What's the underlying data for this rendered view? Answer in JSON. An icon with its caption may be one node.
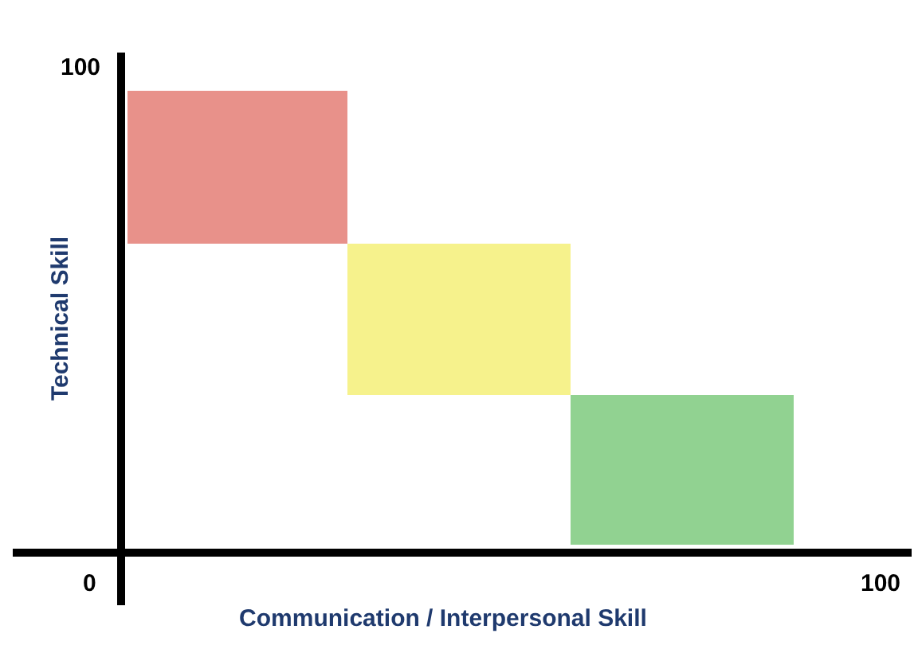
{
  "diagram": {
    "nodes": [
      {
        "text": [],
        "shape": "box"
      },
      {
        "text": [],
        "shape": "box"
      },
      {
        "text": [],
        "shape": "box"
      }
    ],
    "labels": [
      "100",
      "Technical Skill",
      "0",
      "Communication / Interpersonal Skill",
      "100"
    ]
  }
}
